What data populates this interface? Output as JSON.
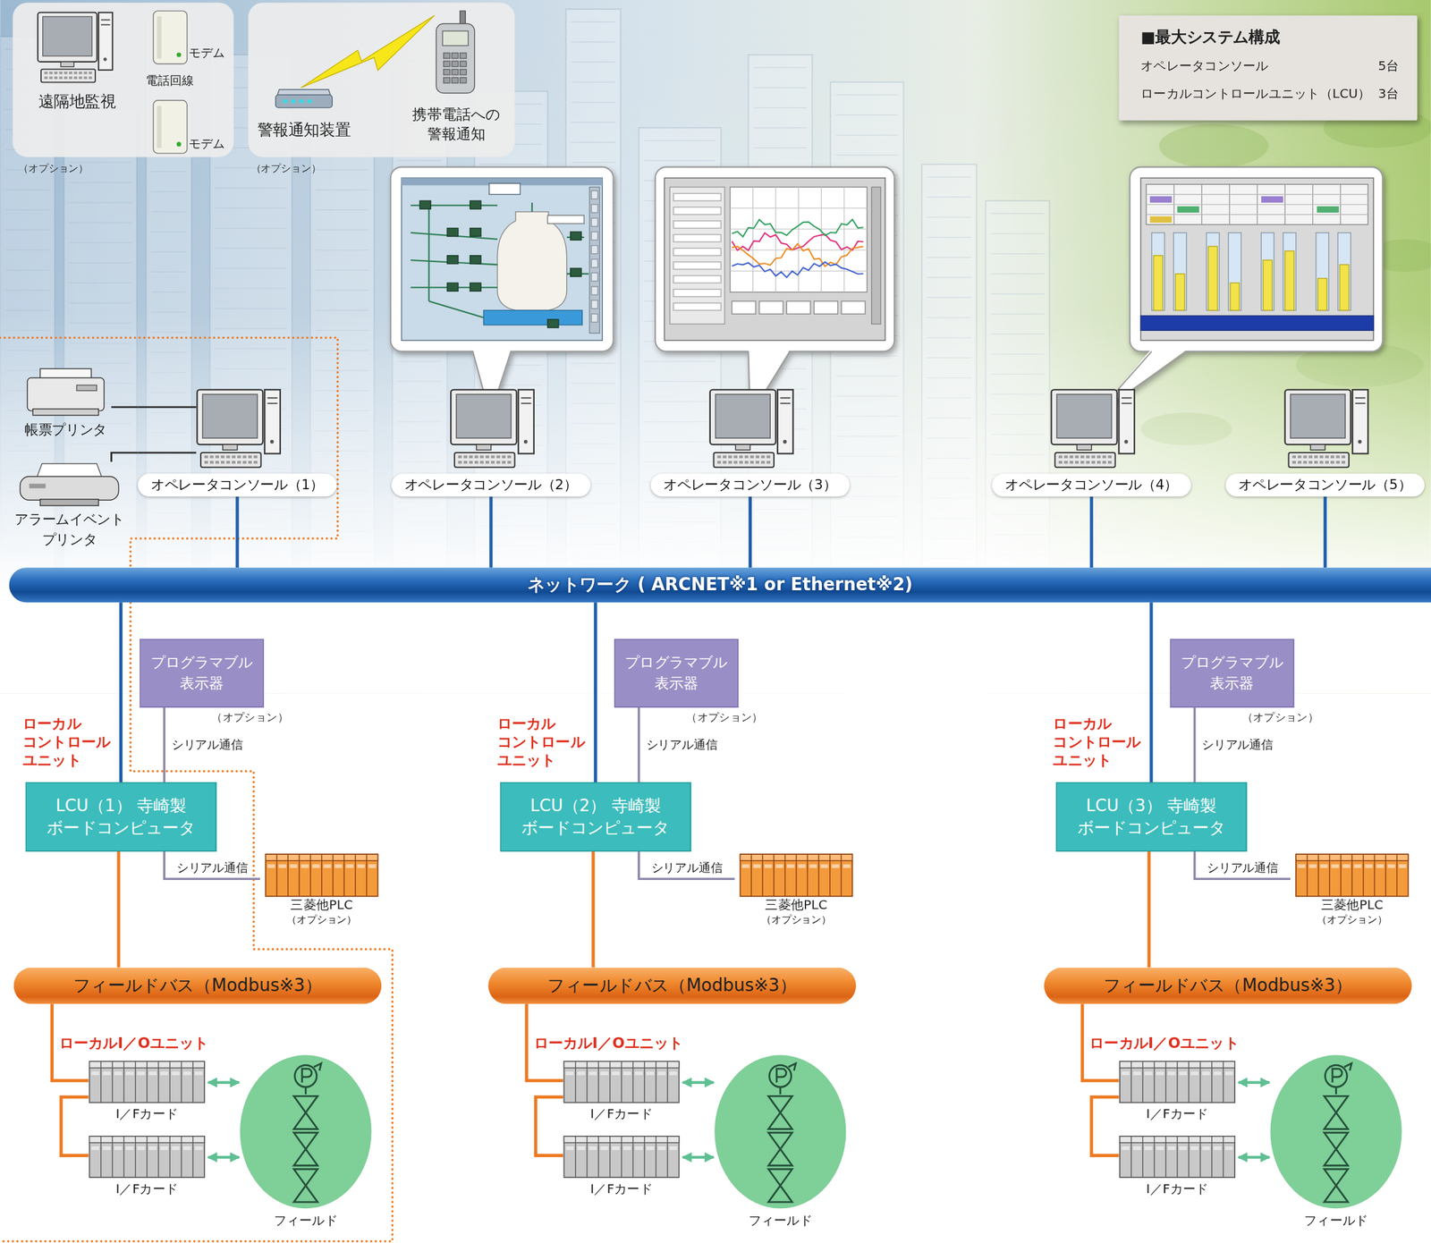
{
  "diagram": {
    "nodes": [
      {
        "text": [
          "モデム",
          "電話回線",
          "遠隔地監視",
          "モデム"
        ]
      },
      {
        "text": [
          "警報通知装置",
          "携帯電話への 警報通知"
        ]
      },
      {
        "text": [
          "■最大システム構成",
          "オペレータコンソール",
          "5台",
          "ローカルコントロールユニット（LCU）",
          "3台"
        ]
      },
      {
        "text": [
          "オペレータコンソール（1）"
        ]
      },
      {
        "text": [
          "オペレータコンソール（2）"
        ]
      },
      {
        "text": [
          "オペレータコンソール（3）"
        ]
      },
      {
        "text": [
          "オペレータコンソール（4）"
        ]
      },
      {
        "text": [
          "オペレータコンソール（5）"
        ]
      },
      {
        "text": [
          "帳票プリンタ"
        ]
      },
      {
        "text": [
          "アラームイベント プリンタ"
        ]
      },
      {
        "text": [
          "ネットワーク ( ARCNET※1 or Ethernet※2)"
        ]
      },
      {
        "text": [
          "プログラマブル 表示器"
        ]
      },
      {
        "text": [
          "LCU（1） 寺崎製 ボードコンピュータ"
        ]
      },
      {
        "text": [
          "三菱他PLC",
          "（オプション）"
        ]
      },
      {
        "text": [
          "フィールドバス（Modbus※3）"
        ]
      },
      {
        "text": [
          "I／Fカード"
        ]
      },
      {
        "text": [
          "I／Fカード"
        ]
      },
      {
        "text": [
          "フィールド"
        ]
      },
      {
        "text": [
          "プログラマブル 表示器"
        ]
      },
      {
        "text": [
          "LCU（2） 寺崎製 ボードコンピュータ"
        ]
      },
      {
        "text": [
          "三菱他PLC",
          "（オプション）"
        ]
      },
      {
        "text": [
          "フィールドバス（Modbus※3）"
        ]
      },
      {
        "text": [
          "I／Fカード"
        ]
      },
      {
        "text": [
          "I／Fカード"
        ]
      },
      {
        "text": [
          "フィールド"
        ]
      },
      {
        "text": [
          "プログラマブル 表示器"
        ]
      },
      {
        "text": [
          "LCU（3） 寺崎製 ボードコンピュータ"
        ]
      },
      {
        "text": [
          "三菱他PLC",
          "（オプション）"
        ]
      },
      {
        "text": [
          "フィールドバス（Modbus※3）"
        ]
      },
      {
        "text": [
          "I／Fカード"
        ]
      },
      {
        "text": [
          "I／Fカード"
        ]
      },
      {
        "text": [
          "フィールド"
        ]
      }
    ],
    "edges": [
      {
        "from": 3,
        "to": 10,
        "arrow": "none"
      },
      {
        "from": 4,
        "to": 10,
        "arrow": "none"
      },
      {
        "from": 5,
        "to": 10,
        "arrow": "none"
      },
      {
        "from": 6,
        "to": 10,
        "arrow": "none"
      },
      {
        "from": 7,
        "to": 10,
        "arrow": "none"
      },
      {
        "from": 8,
        "to": 3,
        "arrow": "none"
      },
      {
        "from": 9,
        "to": 3,
        "arrow": "none"
      },
      {
        "from": 12,
        "to": 10,
        "arrow": "none"
      },
      {
        "from": 11,
        "to": 12,
        "label": "シリアル通信",
        "arrow": "none"
      },
      {
        "from": 12,
        "to": 13,
        "label": "シリアル通信",
        "arrow": "none"
      },
      {
        "from": 12,
        "to": 14,
        "arrow": "none"
      },
      {
        "from": 14,
        "to": 15,
        "arrow": "none"
      },
      {
        "from": 15,
        "to": 16,
        "arrow": "none"
      },
      {
        "from": 15,
        "to": 17,
        "arrow": "both"
      },
      {
        "from": 16,
        "to": 17,
        "arrow": "both"
      },
      {
        "from": 19,
        "to": 10,
        "arrow": "none"
      },
      {
        "from": 18,
        "to": 19,
        "label": "シリアル通信",
        "arrow": "none"
      },
      {
        "from": 19,
        "to": 20,
        "label": "シリアル通信",
        "arrow": "none"
      },
      {
        "from": 19,
        "to": 21,
        "arrow": "none"
      },
      {
        "from": 21,
        "to": 22,
        "arrow": "none"
      },
      {
        "from": 22,
        "to": 23,
        "arrow": "none"
      },
      {
        "from": 22,
        "to": 24,
        "arrow": "both"
      },
      {
        "from": 23,
        "to": 24,
        "arrow": "both"
      },
      {
        "from": 26,
        "to": 10,
        "arrow": "none"
      },
      {
        "from": 25,
        "to": 26,
        "label": "シリアル通信",
        "arrow": "none"
      },
      {
        "from": 26,
        "to": 27,
        "label": "シリアル通信",
        "arrow": "none"
      },
      {
        "from": 26,
        "to": 28,
        "arrow": "none"
      },
      {
        "from": 28,
        "to": 29,
        "arrow": "none"
      },
      {
        "from": 29,
        "to": 30,
        "arrow": "none"
      },
      {
        "from": 29,
        "to": 31,
        "arrow": "both"
      },
      {
        "from": 30,
        "to": 31,
        "arrow": "both"
      }
    ],
    "labels": [
      "（オプション）",
      "（オプション）",
      "ローカル コントロール ユニット",
      "（オプション）",
      "ローカルI／Oユニット",
      "ローカル コントロール ユニット",
      "（オプション）",
      "ローカルI／Oユニット",
      "ローカル コントロール ユニット",
      "（オプション）",
      "ローカルI／Oユニット"
    ]
  }
}
